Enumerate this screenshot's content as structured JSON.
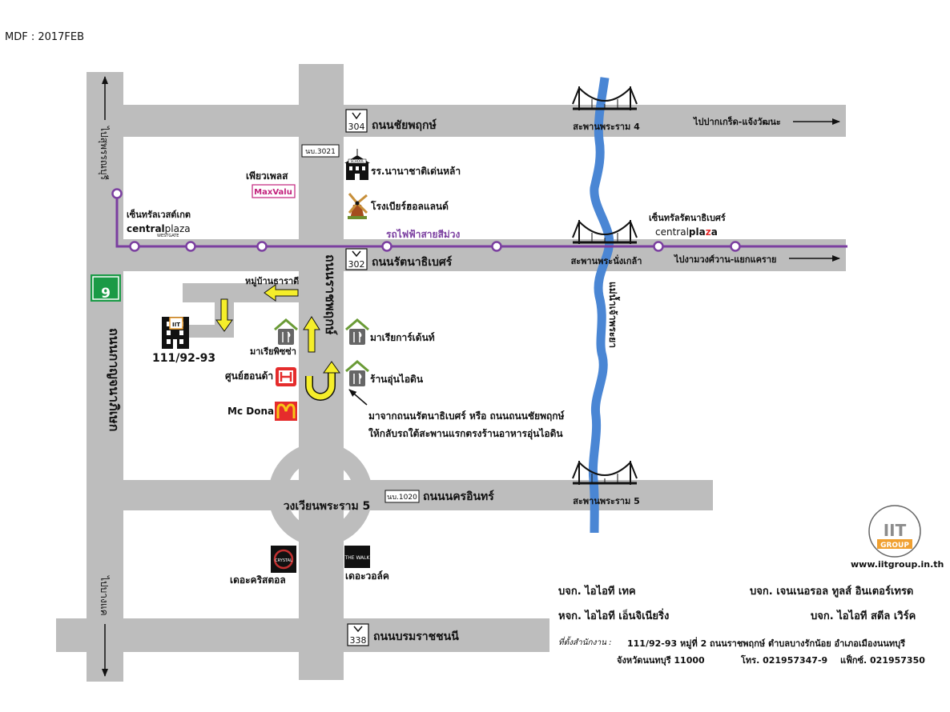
{
  "header": {
    "version": "MDF : 2017FEB"
  },
  "roads": {
    "chaiyaphruek": {
      "name": "ถนนชัยพฤกษ์",
      "shield": "304"
    },
    "rattanathibet": {
      "name": "ถนนรัตนาธิเบศร์",
      "shield": "302"
    },
    "nakhon_in": {
      "name": "ถนนนครอินทร์",
      "shield": "นบ.1020"
    },
    "borommaratchachonnani": {
      "name": "ถนนบรมราชชนนี",
      "shield": "338"
    },
    "ratchaphruek": {
      "name": "ถนนราชพฤกษ์",
      "shield": "นบ.3021"
    },
    "kanchanaphisek": {
      "name": "ถนนกาญจนาภิเษก",
      "shield": "9"
    },
    "to_suphan": "ไปสุพรรณบุรี",
    "to_bang_khae": "ไปบางแค",
    "to_pak_kret": "ไปปากเกร็ด-แจ้งวัฒนะ",
    "to_ngam_wong_wan": "ไปงามวงศ์วาน-แยกแคราย"
  },
  "bridges": {
    "rama4": "สะพานพระราม 4",
    "phra_nang_klao": "สะพานพระนั่งเกล้า",
    "rama5": "สะพานพระราม 5"
  },
  "river": "แม่น้ำเจ้าพระยา",
  "train": "รถไฟฟ้าสายสีม่วง",
  "roundabout": "วงเวียนพระราม 5",
  "places": {
    "school": {
      "name": "รร.นานาชาติเด่นหล้า",
      "sign": "SCHOOL"
    },
    "brewery": "โรงเบียร์ฮอลแลนด์",
    "maxvalu": {
      "name": "เพียวเพลส",
      "logo": "MaxValu"
    },
    "central_westgate": {
      "name": "เซ็นทรัลเวสต์เกต",
      "logo_a": "central",
      "logo_b": "plaza",
      "logo_sub": "WESTGATE"
    },
    "central_rattanathibet": {
      "name": "เซ็นทรัลรัตนาธิเบศร์",
      "logo_a": "central",
      "logo_b": "pla",
      "logo_z": "z",
      "logo_c": "a"
    },
    "village": "หมู่บ้านธาราดี",
    "office": {
      "number": "111/92-93",
      "badge": "IIT"
    },
    "maria_pizza": "มาเรียพิซซ่า",
    "mariagarden": "มาเรียการ์เด้นท์",
    "un_ai_din": "ร้านอุ่นไอดิน",
    "honda": "ศูนย์ฮอนด้า",
    "mcdonald": "Mc Donald",
    "crystal": {
      "name": "เดอะคริสตอล",
      "logo": "CRYSTAL"
    },
    "the_walk": {
      "name": "เดอะวอล์ค",
      "logo": "THE WALK"
    }
  },
  "directions": {
    "line1": "มาจากถนนรัตนาธิเบศร์ หรือ ถนนถนนชัยพฤกษ์",
    "line2": "ให้กลับรถใต้สะพานแรกตรงร้านอาหารอุ่นไอดิน"
  },
  "company": {
    "logo_top": "IIT",
    "logo_bottom": "GROUP",
    "website": "www.iitgroup.in.th",
    "names": [
      "บจก. ไอไอที เทค",
      "บจก. เจนเนอรอล ทูลส์ อินเตอร์เทรด",
      "หจก. ไอไอที เอ็นจิเนียริ่ง",
      "บจก. ไอไอที สตีล เวิร์ค"
    ],
    "address_label": "ที่ตั้งสำนักงาน :",
    "address_line1": "111/92-93 หมู่ที่ 2  ถนนราชพฤกษ์  ตำบลบางรักน้อย  อำเภอเมืองนนทบุรี",
    "address_line2": "จังหวัดนนทบุรี 11000",
    "phone": "โทร. 021957347-9",
    "fax": "แฟ็กซ์. 021957350"
  },
  "colors": {
    "road": "#bdbdbd",
    "river": "#4a86d4",
    "train": "#7b3fa0",
    "arrow": "#f5ee2a",
    "highway_green": "#1a9a46",
    "restaurant_green": "#6a9b36",
    "honda_red": "#e52c2c",
    "mcd_yellow": "#f7c416",
    "maxvalu_pink": "#c2227d"
  },
  "icons": [
    "bridge-icon",
    "school-icon",
    "windmill-icon",
    "restaurant-icon",
    "honda-icon",
    "mcdonald-icon",
    "building-icon",
    "highway-shield-icon"
  ]
}
